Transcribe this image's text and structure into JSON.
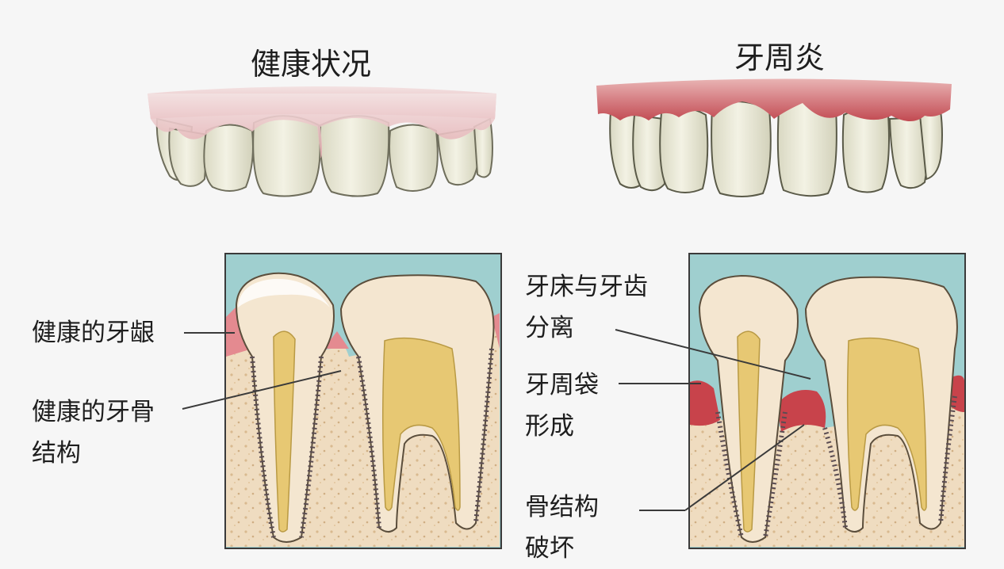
{
  "titles": {
    "healthy": "健康状况",
    "periodontitis": "牙周炎"
  },
  "labels": {
    "healthy_gum": "健康的牙龈",
    "healthy_bone": [
      "健康的牙骨",
      "结构"
    ],
    "separation": [
      "牙床与牙齿",
      "分离"
    ],
    "pocket": [
      "牙周袋",
      "形成"
    ],
    "bone_damage": [
      "骨结构",
      "破坏"
    ]
  },
  "colors": {
    "gum_healthy": "#e7b3b5",
    "gum_inflamed": "#c84a52",
    "tooth": "#ecebd9",
    "pulp": "#e7c873",
    "bone": "#efdcc0",
    "sky": "#9fcfcf"
  }
}
